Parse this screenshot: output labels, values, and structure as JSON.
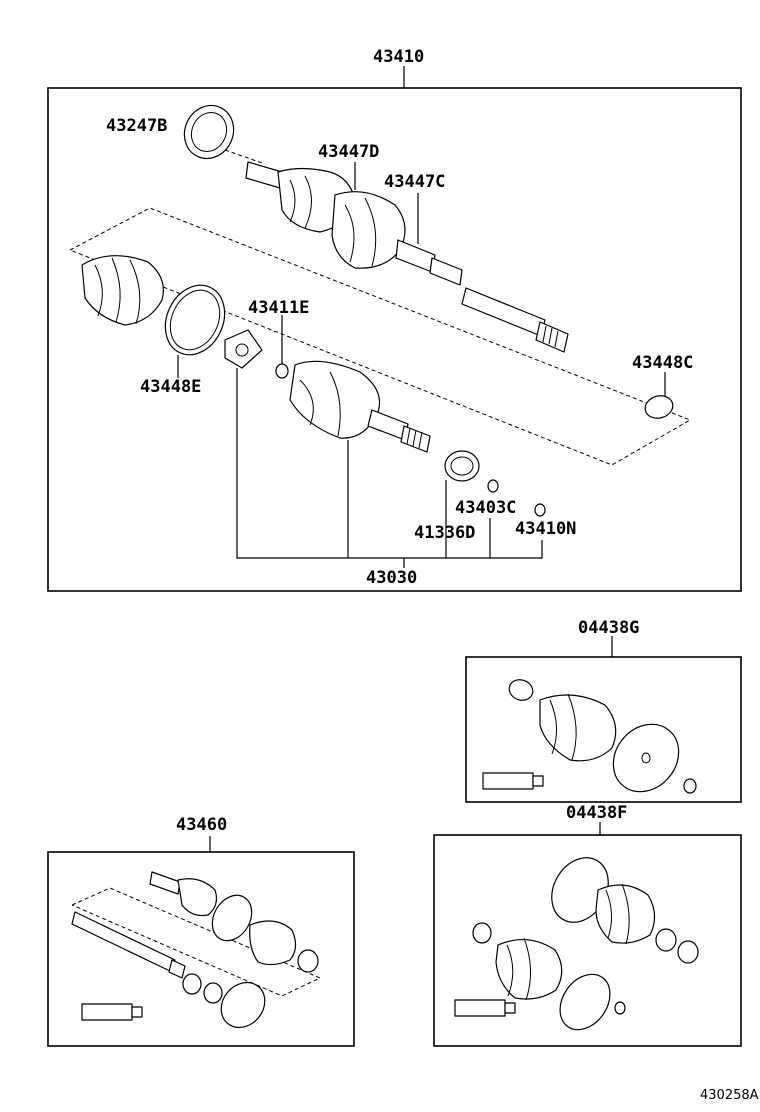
{
  "diagram": {
    "assembly_main": "43410",
    "assembly_inner": "43030",
    "kit_outer_boot": "04438G",
    "kit_inner_boot": "04438F",
    "assembly_other": "43460",
    "figure_code": "430258A",
    "parts": {
      "p43247B": "43247B",
      "p43447D": "43447D",
      "p43447C": "43447C",
      "p43411E": "43411E",
      "p43448E": "43448E",
      "p43448C": "43448C",
      "p43403C": "43403C",
      "p41336D": "41336D",
      "p43410N": "43410N"
    }
  }
}
